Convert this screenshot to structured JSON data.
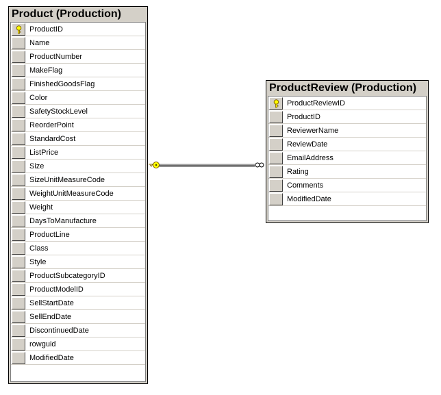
{
  "tables": {
    "product": {
      "title": "Product (Production)",
      "primary_key": "ProductID",
      "columns": [
        "ProductID",
        "Name",
        "ProductNumber",
        "MakeFlag",
        "FinishedGoodsFlag",
        "Color",
        "SafetyStockLevel",
        "ReorderPoint",
        "StandardCost",
        "ListPrice",
        "Size",
        "SizeUnitMeasureCode",
        "WeightUnitMeasureCode",
        "Weight",
        "DaysToManufacture",
        "ProductLine",
        "Class",
        "Style",
        "ProductSubcategoryID",
        "ProductModelID",
        "SellStartDate",
        "SellEndDate",
        "DiscontinuedDate",
        "rowguid",
        "ModifiedDate"
      ]
    },
    "productreview": {
      "title": "ProductReview (Production)",
      "primary_key": "ProductReviewID",
      "columns": [
        "ProductReviewID",
        "ProductID",
        "ReviewerName",
        "ReviewDate",
        "EmailAddress",
        "Rating",
        "Comments",
        "ModifiedDate"
      ]
    }
  },
  "relationship": {
    "from": "Product",
    "to": "ProductReview",
    "type": "one-to-many",
    "key_color": "#ffff00"
  }
}
